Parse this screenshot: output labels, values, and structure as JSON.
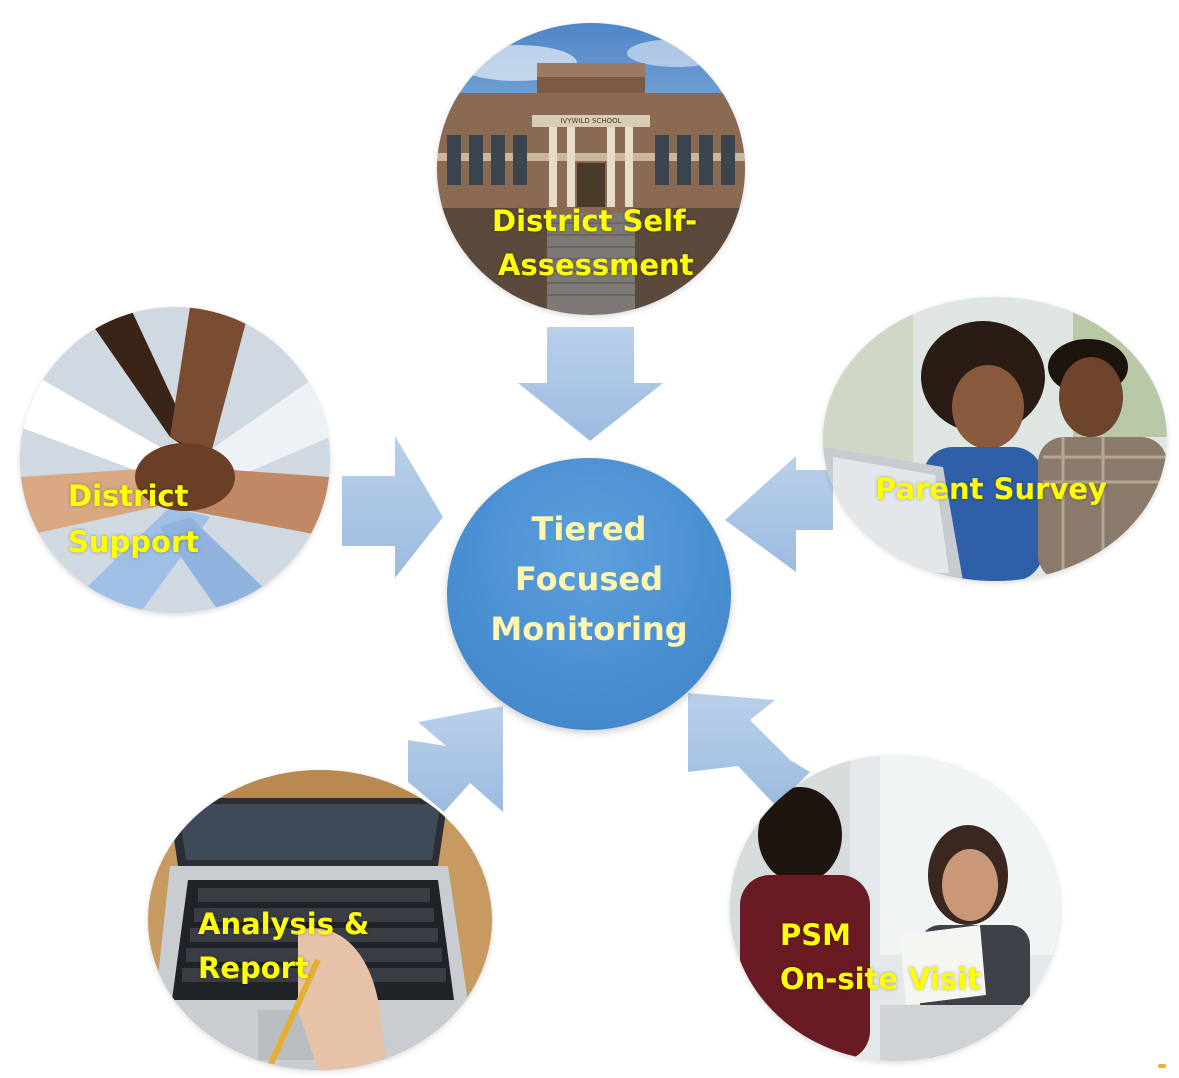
{
  "hub": {
    "lines": [
      "Tiered",
      "Focused",
      "Monitoring"
    ]
  },
  "nodes": {
    "self_assessment": {
      "lines": [
        "District Self-",
        "Assessment"
      ],
      "photo": "school-building",
      "sign": "IVYWILD SCHOOL"
    },
    "parent_survey": {
      "lines": [
        "Parent Survey"
      ],
      "photo": "couple-with-laptop"
    },
    "district_support": {
      "lines": [
        "District",
        "Support"
      ],
      "photo": "stacked-hands"
    },
    "analysis_report": {
      "lines": [
        "Analysis &",
        "Report"
      ],
      "photo": "typing-on-laptop"
    },
    "onsite_visit": {
      "lines": [
        "PSM",
        "On-site Visit"
      ],
      "photo": "interview-meeting"
    }
  },
  "colors": {
    "arrow": "#a9c4e4",
    "hub": "#4a8fd2",
    "label": "#ffff00",
    "hub_text": "#fff7b0"
  }
}
